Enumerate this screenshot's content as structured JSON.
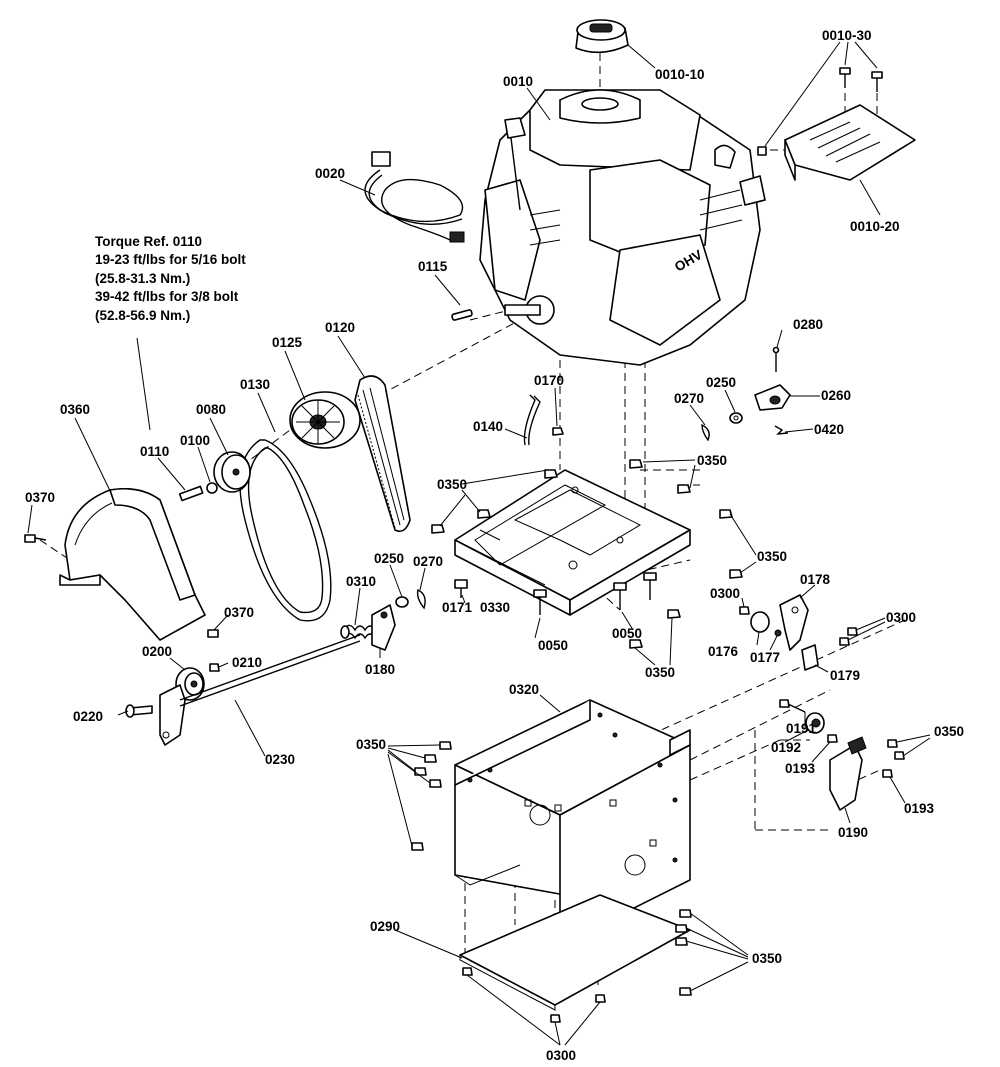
{
  "torque_note": {
    "title": "Torque Ref. 0110",
    "line1": "19-23 ft/lbs for 5/16 bolt",
    "line2": "(25.8-31.3 Nm.)",
    "line3": "39-42 ft/lbs for 3/8 bolt",
    "line4": "(52.8-56.9 Nm.)"
  },
  "engine_logo": "OHV",
  "callouts": {
    "p0010_10": "0010-10",
    "p0010": "0010",
    "p0010_30": "0010-30",
    "p0010_20": "0010-20",
    "p0020": "0020",
    "p0115": "0115",
    "p0120": "0120",
    "p0125": "0125",
    "p0130": "0130",
    "p0080": "0080",
    "p0360": "0360",
    "p0110": "0110",
    "p0100": "0100",
    "p0370a": "0370",
    "p0370b": "0370",
    "p0280": "0280",
    "p0250a": "0250",
    "p0260": "0260",
    "p0270a": "0270",
    "p0420": "0420",
    "p0170": "0170",
    "p0140": "0140",
    "p0350a": "0350",
    "p0350b": "0350",
    "p0350c": "0350",
    "p0350d": "0350",
    "p0350e": "0350",
    "p0350f": "0350",
    "p0350g": "0350",
    "p0250b": "0250",
    "p0270b": "0270",
    "p0310": "0310",
    "p0171": "0171",
    "p0330": "0330",
    "p0050a": "0050",
    "p0050b": "0050",
    "p0180": "0180",
    "p0200": "0200",
    "p0210": "0210",
    "p0220": "0220",
    "p0230": "0230",
    "p0178": "0178",
    "p0300a": "0300",
    "p0300b": "0300",
    "p0300c": "0300",
    "p0176": "0176",
    "p0177": "0177",
    "p0179": "0179",
    "p0320": "0320",
    "p0191": "0191",
    "p0192": "0192",
    "p0193a": "0193",
    "p0193b": "0193",
    "p0190": "0190",
    "p0290": "0290"
  }
}
